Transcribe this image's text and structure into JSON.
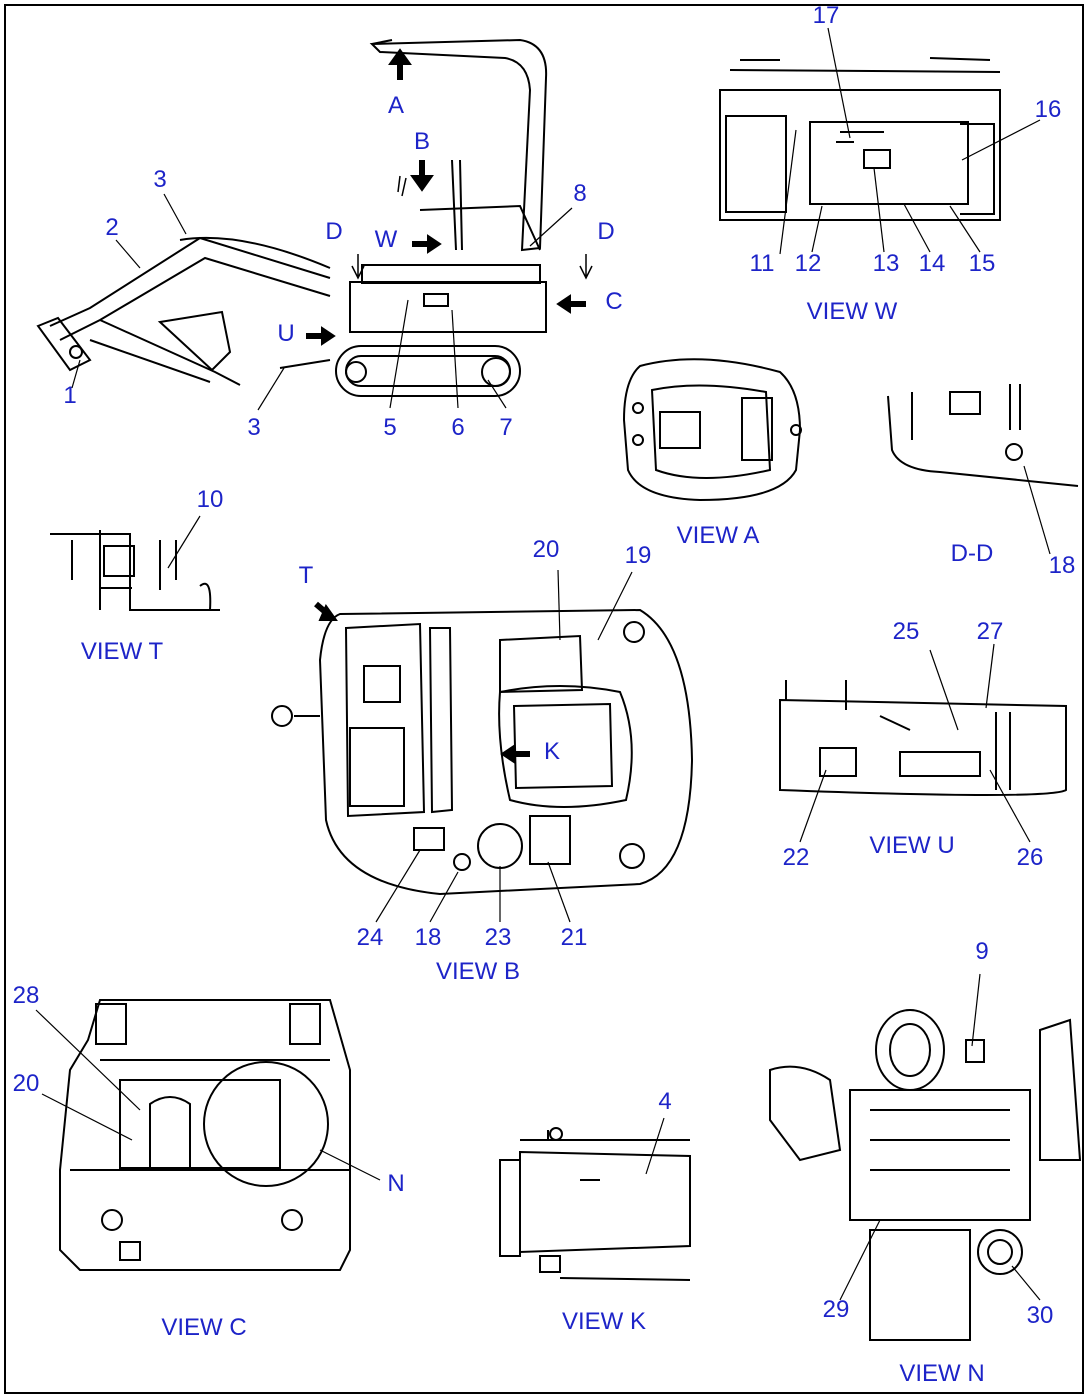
{
  "diagram": {
    "callouts": [
      "1",
      "2",
      "3",
      "3",
      "4",
      "5",
      "6",
      "7",
      "8",
      "9",
      "10",
      "11",
      "12",
      "13",
      "14",
      "15",
      "16",
      "17",
      "18",
      "18",
      "19",
      "20",
      "20",
      "21",
      "22",
      "23",
      "24",
      "25",
      "26",
      "27",
      "28",
      "29",
      "30"
    ],
    "view_letters": [
      "A",
      "B",
      "C",
      "D",
      "D",
      "T",
      "U",
      "W",
      "K",
      "N"
    ],
    "view_titles": {
      "w": "VIEW W",
      "a": "VIEW A",
      "dd": "D-D",
      "t": "VIEW T",
      "u": "VIEW U",
      "b": "VIEW B",
      "c": "VIEW C",
      "k": "VIEW K",
      "n": "VIEW N"
    },
    "colors": {
      "label": "#1d24c8",
      "line": "#000000",
      "background": "#ffffff"
    }
  }
}
